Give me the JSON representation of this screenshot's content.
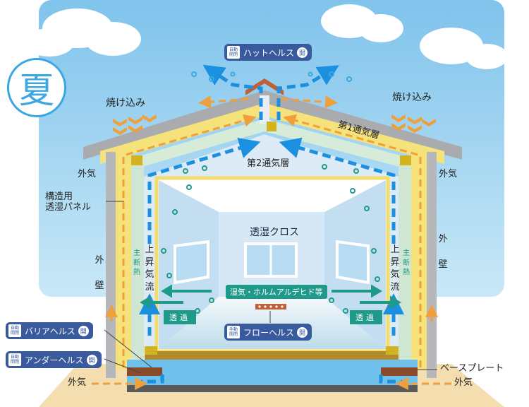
{
  "season": "夏",
  "labels": {
    "roof_outlet": {
      "mini": [
        "自動",
        "開閉"
      ],
      "text": "ハットヘルス",
      "state": "開"
    },
    "heat_left": "焼け込み",
    "heat_right": "焼け込み",
    "layer1": "第1通気層",
    "layer2": "第2通気層",
    "outside_left_top": "外気",
    "outside_right_top": "外気",
    "panel": "構造用\n透湿パネル",
    "wall_left": [
      "外",
      "壁"
    ],
    "wall_right": [
      "外",
      "壁"
    ],
    "insulation": "主断熱",
    "updraft": "上昇気流",
    "cloth": "透湿クロス",
    "moisture": "湿気・ホルムアルデヒド等",
    "pass_left": "透過",
    "pass_right": "透過",
    "floor_vent": {
      "mini": [
        "手動",
        "開閉"
      ],
      "text": "フローヘルス",
      "state": "開"
    },
    "barrier_vent": {
      "mini": [
        "自動",
        "開閉"
      ],
      "text": "バリアヘルス",
      "state": "開"
    },
    "under_vent": {
      "mini": [
        "自動",
        "開閉"
      ],
      "text": "アンダーヘルス",
      "state": "開"
    },
    "base_plate": "ベースプレート",
    "outside_left_bottom": "外気",
    "outside_right_bottom": "外気"
  },
  "colors": {
    "sky": "#9fd4f0",
    "wall": "#b5b7ba",
    "panel": "#f6e27a",
    "air_layer": "#d7ecd8",
    "inner": "#dcebf5",
    "airflow": "#1b8fe0",
    "outside_air": "#f0a03a",
    "accent_teal": "#1f9a8a",
    "tag": "#3a5a9e"
  }
}
